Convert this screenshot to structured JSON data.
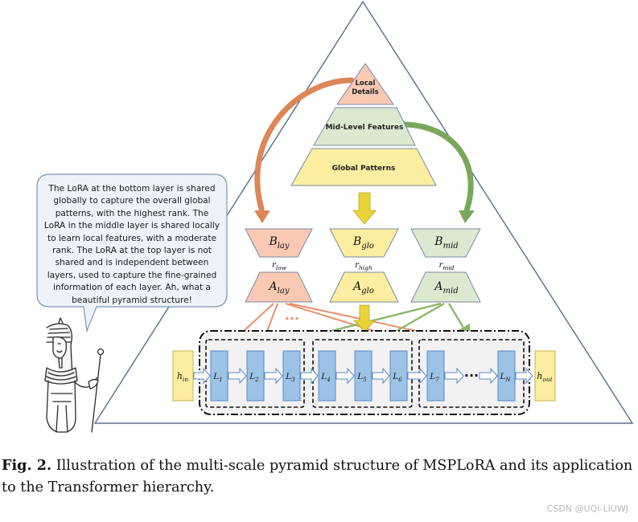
{
  "pyramid": {
    "top": [
      "Local",
      "Details"
    ],
    "middle": "Mid-Level Features",
    "bottom": "Global Patterns"
  },
  "bubble": {
    "text": "The LoRA at the bottom layer is shared globally to capture the overall global patterns, with the highest rank. The LoRA in the middle layer is shared locally to learn local features, with a moderate rank. The LoRA at the top layer is not shared and is independent between layers, used to capture the fine-grained information of each layer. Ah, what a beautiful pyramid structure!"
  },
  "lora": {
    "lay": {
      "B": "B",
      "B_sub": "lay",
      "A": "A",
      "A_sub": "lay",
      "r": "r",
      "r_sub": "low"
    },
    "glo": {
      "B": "B",
      "B_sub": "glo",
      "A": "A",
      "A_sub": "glo",
      "r": "r",
      "r_sub": "high"
    },
    "mid": {
      "B": "B",
      "B_sub": "mid",
      "A": "A",
      "A_sub": "mid",
      "r": "r",
      "r_sub": "mid"
    },
    "ellipsis": "···"
  },
  "chain": {
    "h_in": {
      "main": "h",
      "sub": "in"
    },
    "h_out": {
      "main": "h",
      "sub": "out"
    },
    "layers": [
      {
        "main": "L",
        "sub": "1"
      },
      {
        "main": "L",
        "sub": "2"
      },
      {
        "main": "L",
        "sub": "3"
      },
      {
        "main": "L",
        "sub": "4"
      },
      {
        "main": "L",
        "sub": "5"
      },
      {
        "main": "L",
        "sub": "6"
      },
      {
        "main": "L",
        "sub": "7"
      },
      {
        "main": "L",
        "sub": "N"
      }
    ],
    "dots": "···"
  },
  "caption": {
    "label": "Fig. 2.",
    "text": "Illustration of the multi-scale pyramid structure of MSPLoRA and its application to the Transformer hierarchy."
  },
  "watermark": "CSDN @UQI-LIUWJ",
  "colors": {
    "pink": "#f9c9b4",
    "green": "#dbe9d0",
    "yellow": "#fbeea0",
    "blue": "#9cc3e6",
    "orange_arrow": "#e9906a",
    "green_arrow": "#8cb86a",
    "yellow_arrow": "#e8d43a"
  }
}
